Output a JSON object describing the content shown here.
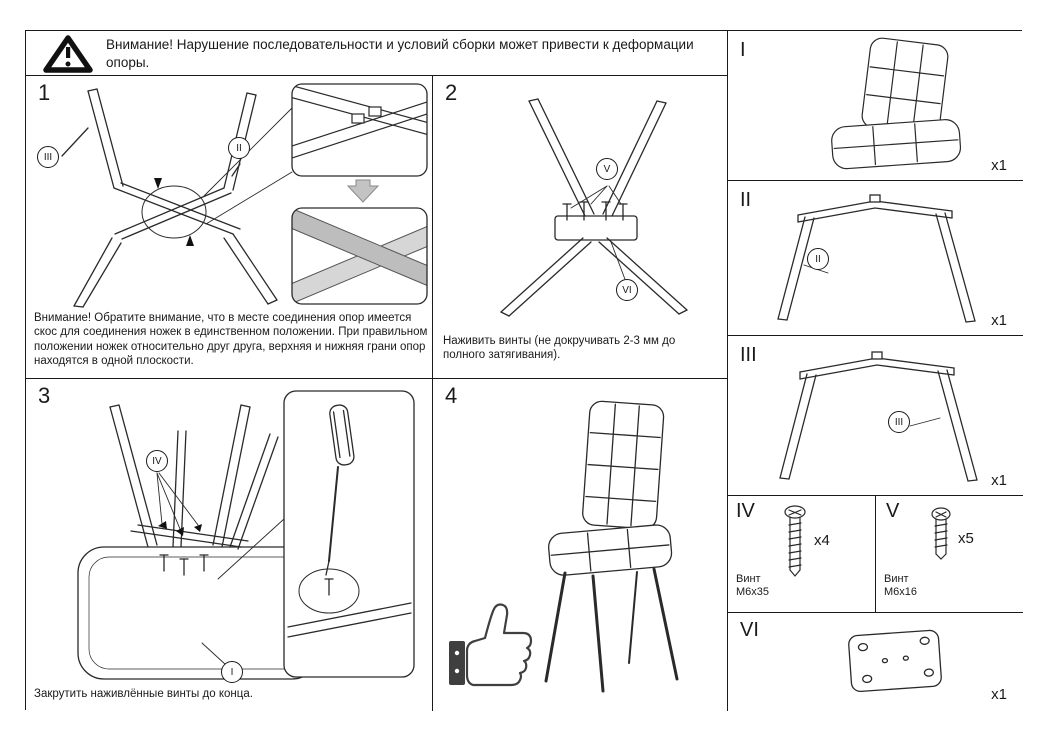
{
  "warning": {
    "text": "Внимание! Нарушение последовательности и условий сборки может привести к деформации опоры."
  },
  "steps": {
    "s1": {
      "number": "1",
      "note": "Внимание! Обратите внимание, что в месте соединения опор имеется скос для соединения ножек в единственном положении. При правильном положении ножек относительно друг друга, верхняя и нижняя грани опор находятся в одной плоскости.",
      "callout_a": "III",
      "callout_b": "II"
    },
    "s2": {
      "number": "2",
      "note": "Наживить винты (не докручивать 2-3 мм до полного затягивания).",
      "callout_a": "V",
      "callout_b": "VI"
    },
    "s3": {
      "number": "3",
      "note": "Закрутить наживлённые винты до конца.",
      "callout_a": "IV",
      "callout_b": "I"
    },
    "s4": {
      "number": "4"
    }
  },
  "parts": {
    "p1": {
      "label": "I",
      "count": "x1"
    },
    "p2": {
      "label": "II",
      "count": "x1",
      "callout": "II"
    },
    "p3": {
      "label": "III",
      "count": "x1",
      "callout": "III"
    },
    "p4": {
      "label": "IV",
      "count": "x4",
      "name": "Винт",
      "spec": "М6х35"
    },
    "p5": {
      "label": "V",
      "count": "x5",
      "name": "Винт",
      "spec": "М6х16"
    },
    "p6": {
      "label": "VI",
      "count": "x1"
    }
  }
}
